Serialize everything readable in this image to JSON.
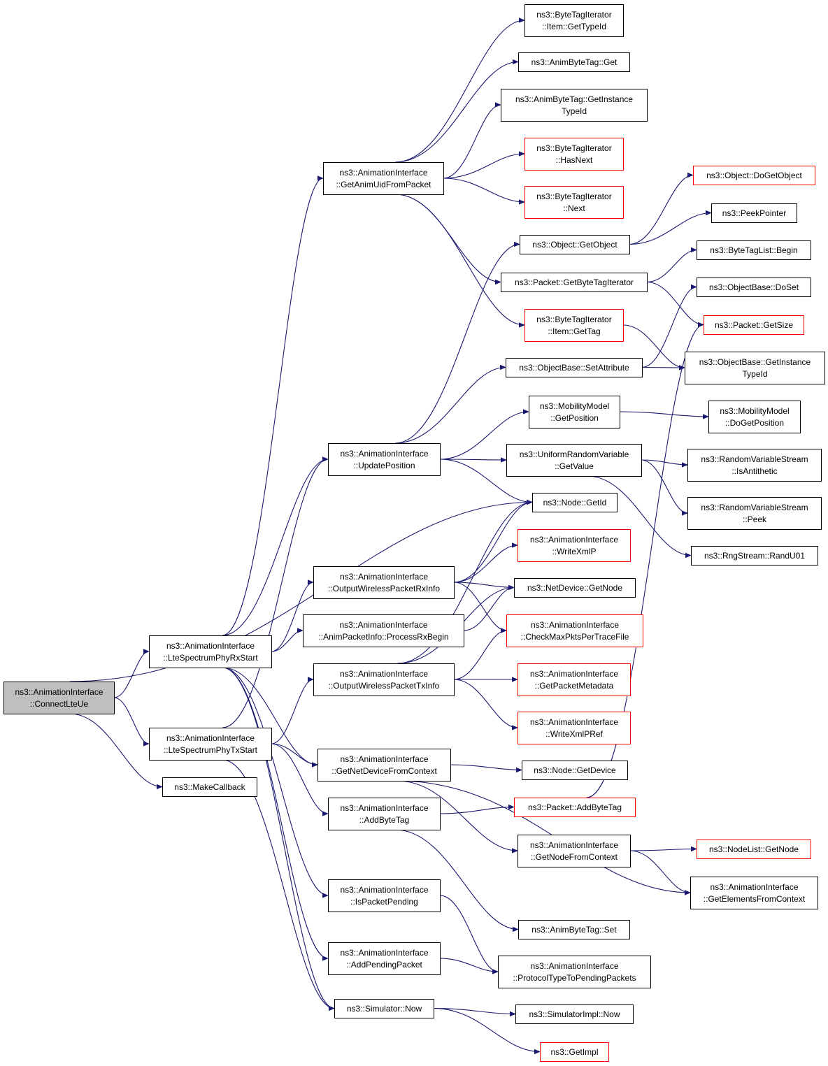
{
  "nodes": [
    {
      "id": "connect",
      "lines": [
        "ns3::AnimationInterface",
        "::ConnectLteUe"
      ],
      "style": "root"
    },
    {
      "id": "rxstart",
      "lines": [
        "ns3::AnimationInterface",
        "::LteSpectrumPhyRxStart"
      ],
      "style": "normal"
    },
    {
      "id": "txstart",
      "lines": [
        "ns3::AnimationInterface",
        "::LteSpectrumPhyTxStart"
      ],
      "style": "normal"
    },
    {
      "id": "makecb",
      "lines": [
        "ns3::MakeCallback"
      ],
      "style": "normal"
    },
    {
      "id": "getanimuid",
      "lines": [
        "ns3::AnimationInterface",
        "::GetAnimUidFromPacket"
      ],
      "style": "normal"
    },
    {
      "id": "updpos",
      "lines": [
        "ns3::AnimationInterface",
        "::UpdatePosition"
      ],
      "style": "normal"
    },
    {
      "id": "outrx",
      "lines": [
        "ns3::AnimationInterface",
        "::OutputWirelessPacketRxInfo"
      ],
      "style": "normal"
    },
    {
      "id": "procrx",
      "lines": [
        "ns3::AnimationInterface",
        "::AnimPacketInfo::ProcessRxBegin"
      ],
      "style": "normal"
    },
    {
      "id": "outtx",
      "lines": [
        "ns3::AnimationInterface",
        "::OutputWirelessPacketTxInfo"
      ],
      "style": "normal"
    },
    {
      "id": "getnetdev",
      "lines": [
        "ns3::AnimationInterface",
        "::GetNetDeviceFromContext"
      ],
      "style": "normal"
    },
    {
      "id": "addbytetag_ai",
      "lines": [
        "ns3::AnimationInterface",
        "::AddByteTag"
      ],
      "style": "normal"
    },
    {
      "id": "ispending",
      "lines": [
        "ns3::AnimationInterface",
        "::IsPacketPending"
      ],
      "style": "normal"
    },
    {
      "id": "addpending",
      "lines": [
        "ns3::AnimationInterface",
        "::AddPendingPacket"
      ],
      "style": "normal"
    },
    {
      "id": "simnow",
      "lines": [
        "ns3::Simulator::Now"
      ],
      "style": "normal"
    },
    {
      "id": "btiitemtype",
      "lines": [
        "ns3::ByteTagIterator",
        "::Item::GetTypeId"
      ],
      "style": "normal"
    },
    {
      "id": "abtget",
      "lines": [
        "ns3::AnimByteTag::Get"
      ],
      "style": "normal"
    },
    {
      "id": "abtinst",
      "lines": [
        "ns3::AnimByteTag::GetInstance",
        "TypeId"
      ],
      "style": "normal"
    },
    {
      "id": "btihasnext",
      "lines": [
        "ns3::ByteTagIterator",
        "::HasNext"
      ],
      "style": "red"
    },
    {
      "id": "btinext",
      "lines": [
        "ns3::ByteTagIterator",
        "::Next"
      ],
      "style": "red"
    },
    {
      "id": "objgetobj",
      "lines": [
        "ns3::Object::GetObject"
      ],
      "style": "normal"
    },
    {
      "id": "pktgetbti",
      "lines": [
        "ns3::Packet::GetByteTagIterator"
      ],
      "style": "normal"
    },
    {
      "id": "btiitemtag",
      "lines": [
        "ns3::ByteTagIterator",
        "::Item::GetTag"
      ],
      "style": "red"
    },
    {
      "id": "obsetattr",
      "lines": [
        "ns3::ObjectBase::SetAttribute"
      ],
      "style": "normal"
    },
    {
      "id": "mmgetpos",
      "lines": [
        "ns3::MobilityModel",
        "::GetPosition"
      ],
      "style": "normal"
    },
    {
      "id": "urvgetval",
      "lines": [
        "ns3::UniformRandomVariable",
        "::GetValue"
      ],
      "style": "normal"
    },
    {
      "id": "nodegetid",
      "lines": [
        "ns3::Node::GetId"
      ],
      "style": "normal"
    },
    {
      "id": "writexmlp",
      "lines": [
        "ns3::AnimationInterface",
        "::WriteXmlP"
      ],
      "style": "red"
    },
    {
      "id": "ndgetnode",
      "lines": [
        "ns3::NetDevice::GetNode"
      ],
      "style": "normal"
    },
    {
      "id": "checkmax",
      "lines": [
        "ns3::AnimationInterface",
        "::CheckMaxPktsPerTraceFile"
      ],
      "style": "red"
    },
    {
      "id": "getpktmeta",
      "lines": [
        "ns3::AnimationInterface",
        "::GetPacketMetadata"
      ],
      "style": "red"
    },
    {
      "id": "writexmlpref",
      "lines": [
        "ns3::AnimationInterface",
        "::WriteXmlPRef"
      ],
      "style": "red"
    },
    {
      "id": "nodegetdev",
      "lines": [
        "ns3::Node::GetDevice"
      ],
      "style": "normal"
    },
    {
      "id": "pktaddbt",
      "lines": [
        "ns3::Packet::AddByteTag"
      ],
      "style": "red"
    },
    {
      "id": "getnodefromctx",
      "lines": [
        "ns3::AnimationInterface",
        "::GetNodeFromContext"
      ],
      "style": "normal"
    },
    {
      "id": "abtset",
      "lines": [
        "ns3::AnimByteTag::Set"
      ],
      "style": "normal"
    },
    {
      "id": "proto",
      "lines": [
        "ns3::AnimationInterface",
        "::ProtocolTypeToPendingPackets"
      ],
      "style": "normal"
    },
    {
      "id": "simimplnow",
      "lines": [
        "ns3::SimulatorImpl::Now"
      ],
      "style": "normal"
    },
    {
      "id": "getimpl",
      "lines": [
        "ns3::GetImpl"
      ],
      "style": "red"
    },
    {
      "id": "objdoget",
      "lines": [
        "ns3::Object::DoGetObject"
      ],
      "style": "red"
    },
    {
      "id": "peekptr",
      "lines": [
        "ns3::PeekPointer"
      ],
      "style": "normal"
    },
    {
      "id": "btlbegin",
      "lines": [
        "ns3::ByteTagList::Begin"
      ],
      "style": "normal"
    },
    {
      "id": "obdoset",
      "lines": [
        "ns3::ObjectBase::DoSet"
      ],
      "style": "normal"
    },
    {
      "id": "pktgetsize",
      "lines": [
        "ns3::Packet::GetSize"
      ],
      "style": "red"
    },
    {
      "id": "obinst",
      "lines": [
        "ns3::ObjectBase::GetInstance",
        "TypeId"
      ],
      "style": "normal"
    },
    {
      "id": "mmdoget",
      "lines": [
        "ns3::MobilityModel",
        "::DoGetPosition"
      ],
      "style": "normal"
    },
    {
      "id": "rvsanti",
      "lines": [
        "ns3::RandomVariableStream",
        "::IsAntithetic"
      ],
      "style": "normal"
    },
    {
      "id": "rvspeek",
      "lines": [
        "ns3::RandomVariableStream",
        "::Peek"
      ],
      "style": "normal"
    },
    {
      "id": "rngrand",
      "lines": [
        "ns3::RngStream::RandU01"
      ],
      "style": "normal"
    },
    {
      "id": "nlgetnode",
      "lines": [
        "ns3::NodeList::GetNode"
      ],
      "style": "red"
    },
    {
      "id": "getelems",
      "lines": [
        "ns3::AnimationInterface",
        "::GetElementsFromContext"
      ],
      "style": "normal"
    }
  ],
  "edges": [
    [
      "connect",
      "rxstart"
    ],
    [
      "connect",
      "txstart"
    ],
    [
      "connect",
      "makecb"
    ],
    [
      "connect",
      "nodegetid"
    ],
    [
      "rxstart",
      "getanimuid"
    ],
    [
      "rxstart",
      "updpos"
    ],
    [
      "rxstart",
      "outrx"
    ],
    [
      "rxstart",
      "procrx"
    ],
    [
      "rxstart",
      "getnetdev"
    ],
    [
      "rxstart",
      "ispending"
    ],
    [
      "rxstart",
      "addpending"
    ],
    [
      "rxstart",
      "simnow"
    ],
    [
      "txstart",
      "updpos"
    ],
    [
      "txstart",
      "outtx"
    ],
    [
      "txstart",
      "getnetdev"
    ],
    [
      "txstart",
      "addbytetag_ai"
    ],
    [
      "txstart",
      "simnow"
    ],
    [
      "getanimuid",
      "btiitemtype"
    ],
    [
      "getanimuid",
      "abtget"
    ],
    [
      "getanimuid",
      "abtinst"
    ],
    [
      "getanimuid",
      "btihasnext"
    ],
    [
      "getanimuid",
      "btinext"
    ],
    [
      "getanimuid",
      "pktgetbti"
    ],
    [
      "getanimuid",
      "btiitemtag"
    ],
    [
      "updpos",
      "objgetobj"
    ],
    [
      "updpos",
      "obsetattr"
    ],
    [
      "updpos",
      "mmgetpos"
    ],
    [
      "updpos",
      "urvgetval"
    ],
    [
      "updpos",
      "nodegetid"
    ],
    [
      "outrx",
      "nodegetid"
    ],
    [
      "outrx",
      "writexmlp"
    ],
    [
      "outrx",
      "ndgetnode"
    ],
    [
      "outrx",
      "checkmax"
    ],
    [
      "procrx",
      "ndgetnode"
    ],
    [
      "outtx",
      "nodegetid"
    ],
    [
      "outtx",
      "ndgetnode"
    ],
    [
      "outtx",
      "checkmax"
    ],
    [
      "outtx",
      "getpktmeta"
    ],
    [
      "outtx",
      "writexmlpref"
    ],
    [
      "getnetdev",
      "nodegetdev"
    ],
    [
      "getnetdev",
      "getnodefromctx"
    ],
    [
      "getnetdev",
      "getelems"
    ],
    [
      "addbytetag_ai",
      "pktaddbt"
    ],
    [
      "addbytetag_ai",
      "abtset"
    ],
    [
      "ispending",
      "proto"
    ],
    [
      "addpending",
      "proto"
    ],
    [
      "simnow",
      "simimplnow"
    ],
    [
      "simnow",
      "getimpl"
    ],
    [
      "objgetobj",
      "objdoget"
    ],
    [
      "objgetobj",
      "peekptr"
    ],
    [
      "pktgetbti",
      "btlbegin"
    ],
    [
      "pktgetbti",
      "pktgetsize"
    ],
    [
      "btiitemtag",
      "obinst"
    ],
    [
      "obsetattr",
      "obdoset"
    ],
    [
      "obsetattr",
      "obinst"
    ],
    [
      "mmgetpos",
      "mmdoget"
    ],
    [
      "urvgetval",
      "rvsanti"
    ],
    [
      "urvgetval",
      "rvspeek"
    ],
    [
      "urvgetval",
      "rngrand"
    ],
    [
      "pktaddbt",
      "pktgetsize"
    ],
    [
      "getnodefromctx",
      "nlgetnode"
    ],
    [
      "getnodefromctx",
      "getelems"
    ]
  ]
}
